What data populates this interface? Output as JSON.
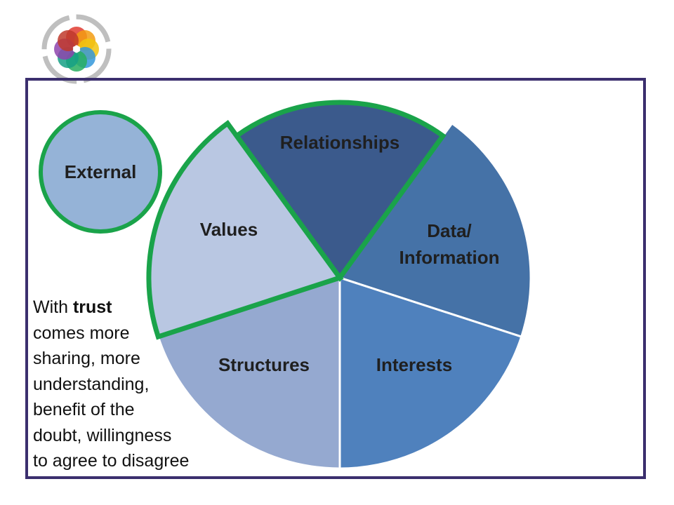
{
  "slide": {
    "external_label": "External",
    "segments": [
      {
        "key": "relationships",
        "label_lines": [
          "Relationships"
        ],
        "color": "#3b5a8c",
        "highlighted": true
      },
      {
        "key": "data_information",
        "label_lines": [
          "Data/",
          "Information"
        ],
        "color": "#4572a7",
        "highlighted": false
      },
      {
        "key": "interests",
        "label_lines": [
          "Interests"
        ],
        "color": "#4f81bd",
        "highlighted": false
      },
      {
        "key": "structures",
        "label_lines": [
          "Structures"
        ],
        "color": "#95a9d0",
        "highlighted": false
      },
      {
        "key": "values",
        "label_lines": [
          "Values"
        ],
        "color": "#b9c7e2",
        "highlighted": true
      }
    ],
    "trust_text": {
      "prefix": "With ",
      "bold": "trust",
      "lines": [
        "comes more",
        "sharing, more",
        "understanding,",
        "benefit of the",
        "doubt, willingness",
        "to agree to disagree"
      ]
    }
  },
  "colors": {
    "frame": "#3b2f6e",
    "highlight_outline": "#1aa34a",
    "external_fill": "#95b3d7",
    "separator": "#ffffff"
  },
  "logo": {
    "name": "flower-logo",
    "petal_colors": [
      "#e03c31",
      "#f39c12",
      "#f1c40f",
      "#3498db",
      "#27ae60",
      "#16a085",
      "#8e44ad",
      "#c0392b"
    ]
  }
}
